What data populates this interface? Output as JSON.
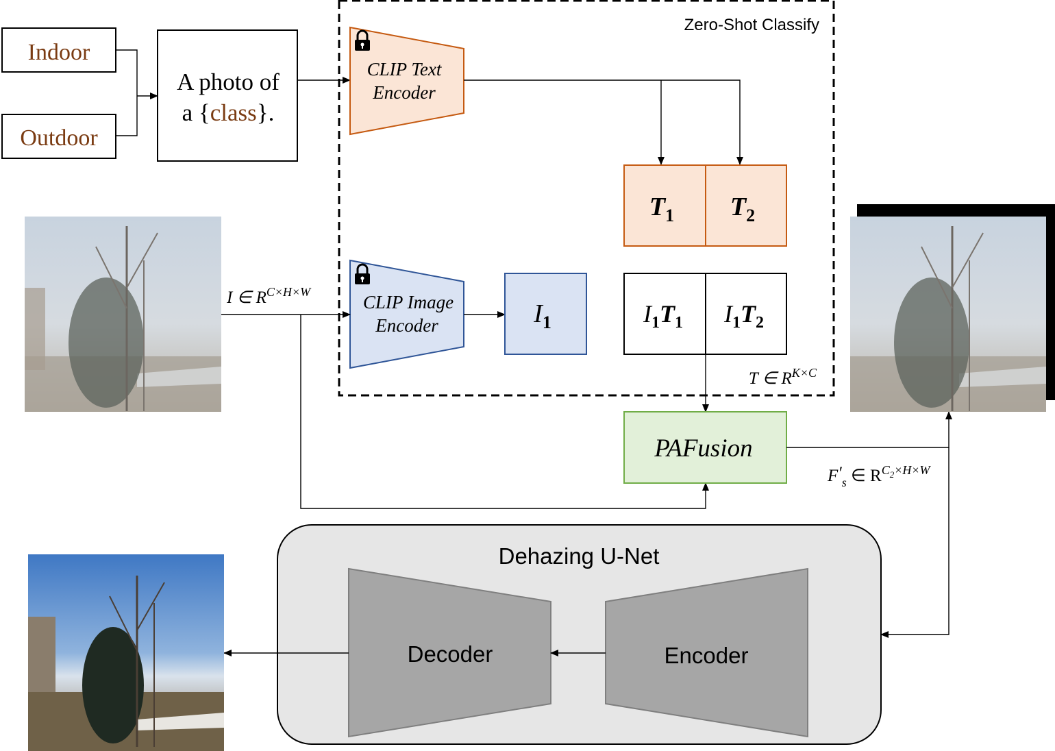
{
  "classes": [
    "Indoor",
    "Outdoor"
  ],
  "prompt": {
    "line1": "A photo of",
    "line2_prefix": "a {",
    "line2_class": "class",
    "line2_suffix": "}."
  },
  "zero_shot_label": "Zero-Shot Classify",
  "text_encoder": {
    "line1": "CLIP Text",
    "line2": "Encoder"
  },
  "image_encoder": {
    "line1": "CLIP Image",
    "line2": "Encoder"
  },
  "image_feature": {
    "sym": "I",
    "sub": "1"
  },
  "text_features": [
    {
      "sym": "T",
      "sub": "1"
    },
    {
      "sym": "T",
      "sub": "2"
    }
  ],
  "similarity": [
    {
      "i": "I",
      "isub": "1",
      "t": "T",
      "tsub": "1"
    },
    {
      "i": "I",
      "isub": "1",
      "t": "T",
      "tsub": "2"
    }
  ],
  "input_label": {
    "base": "I ∈ R",
    "sup": "C×H×W"
  },
  "t_label": {
    "base": "T ∈ R",
    "sup": "K×C"
  },
  "fusion_label": "PAFusion",
  "feature_label": {
    "base": "F",
    "prime": "′",
    "sub": "s",
    "mid": " ∈ R",
    "sup": "C",
    "supsub": "2",
    "suprest": "×H×W"
  },
  "unet": {
    "title": "Dehazing U-Net",
    "decoder": "Decoder",
    "encoder": "Encoder"
  },
  "colors": {
    "brown_text": "#7a3b12",
    "text_encoder_fill": "#fbe5d6",
    "text_encoder_stroke": "#c55a11",
    "image_encoder_fill": "#dae3f3",
    "image_encoder_stroke": "#2f5597",
    "fusion_fill": "#e2f0d9",
    "fusion_stroke": "#70ad47",
    "unet_fill": "#e6e6e6",
    "trapezoid_fill": "#a6a6a6"
  }
}
